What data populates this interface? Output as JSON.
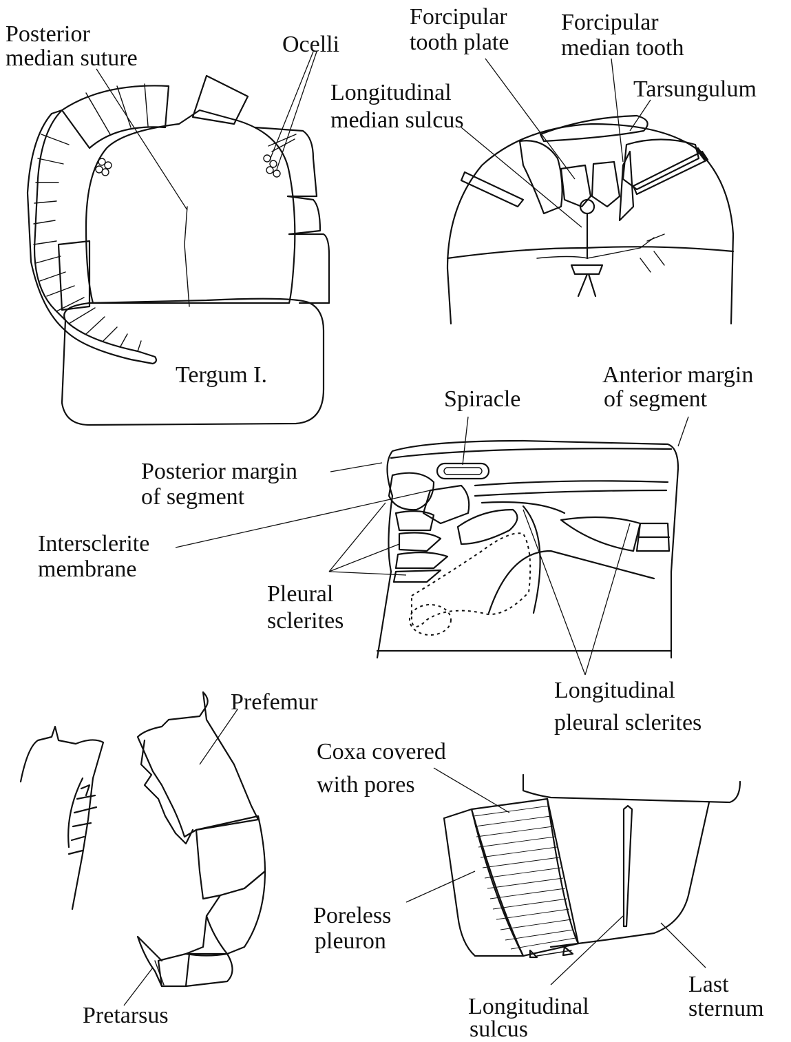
{
  "labels": {
    "posterior_median_suture_1": "Posterior",
    "posterior_median_suture_2": "median suture",
    "ocelli": "Ocelli",
    "tergum": "Tergum I.",
    "forcipular_tooth_plate_1": "Forcipular",
    "forcipular_tooth_plate_2": "tooth plate",
    "forcipular_median_tooth_1": "Forcipular",
    "forcipular_median_tooth_2": "median tooth",
    "longitudinal_median_sulcus_1": "Longitudinal",
    "longitudinal_median_sulcus_2": "median sulcus",
    "tarsungulum": "Tarsungulum",
    "anterior_margin_1": "Anterior margin",
    "anterior_margin_2": "of segment",
    "spiracle": "Spiracle",
    "posterior_margin_1": "Posterior margin",
    "posterior_margin_2": "of segment",
    "intersclerite_1": "Intersclerite",
    "intersclerite_2": "membrane",
    "pleural_sclerites_1": "Pleural",
    "pleural_sclerites_2": "sclerites",
    "longitudinal_pleural_1": "Longitudinal",
    "longitudinal_pleural_2": "pleural sclerites",
    "prefemur": "Prefemur",
    "pretarsus": "Pretarsus",
    "coxa_pores_1": "Coxa covered",
    "coxa_pores_2": "with pores",
    "poreless_pleuron_1": "Poreless",
    "poreless_pleuron_2": "pleuron",
    "longitudinal_sulcus_1": "Longitudinal",
    "longitudinal_sulcus_2": "sulcus",
    "last_sternum_1": "Last",
    "last_sternum_2": "sternum"
  }
}
